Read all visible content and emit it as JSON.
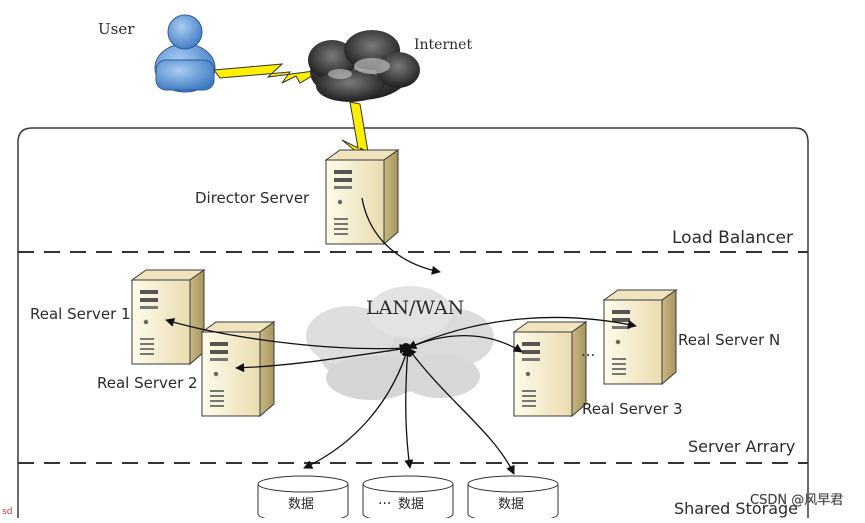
{
  "nodes": {
    "user": "User",
    "internet": "Internet",
    "director": "Director Server",
    "lanwan": "LAN/WAN",
    "rs1": "Real Server 1",
    "rs2": "Real Server 2",
    "rs3": "Real Server 3",
    "rsn": "Real Server N",
    "ellipsis": "...",
    "storage1": "数据",
    "storage2": "数据",
    "storage3": "数据",
    "storage_ellipsis": "..."
  },
  "layers": {
    "load_balancer": "Load Balancer",
    "server_array": "Server Arrary",
    "shared_storage": "Shared Storage"
  },
  "watermark": "CSDN @风早君",
  "corner_mark": "sd"
}
